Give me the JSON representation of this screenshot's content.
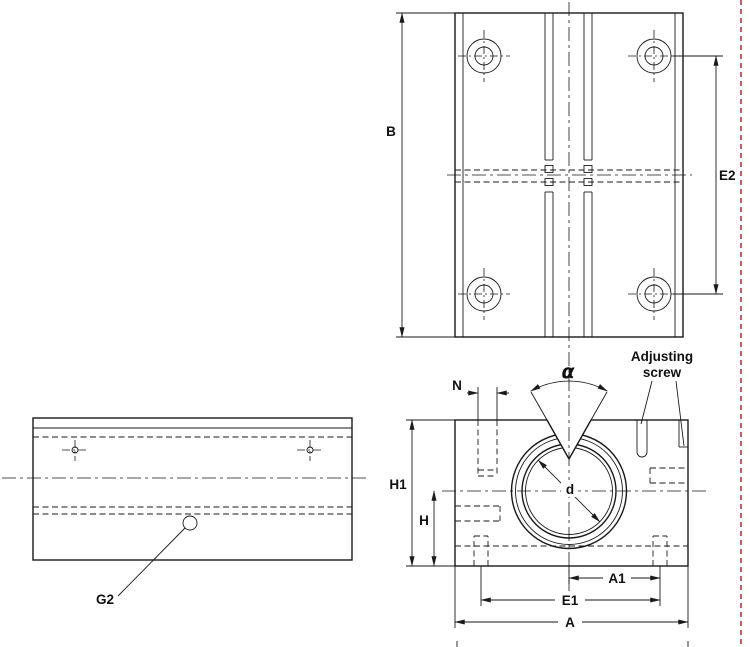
{
  "page": {
    "background": "#ffffff",
    "line_color": "#1a1a1a",
    "border_color": "#a31d2b"
  },
  "labels": {
    "B": "B",
    "E2": "E2",
    "alpha": "α",
    "N": "N",
    "H1": "H1",
    "H": "H",
    "d": "d",
    "A1": "A1",
    "E1": "E1",
    "A": "A",
    "G2": "G2",
    "adjusting_screw_line1": "Adjusting",
    "adjusting_screw_line2": "screw"
  }
}
